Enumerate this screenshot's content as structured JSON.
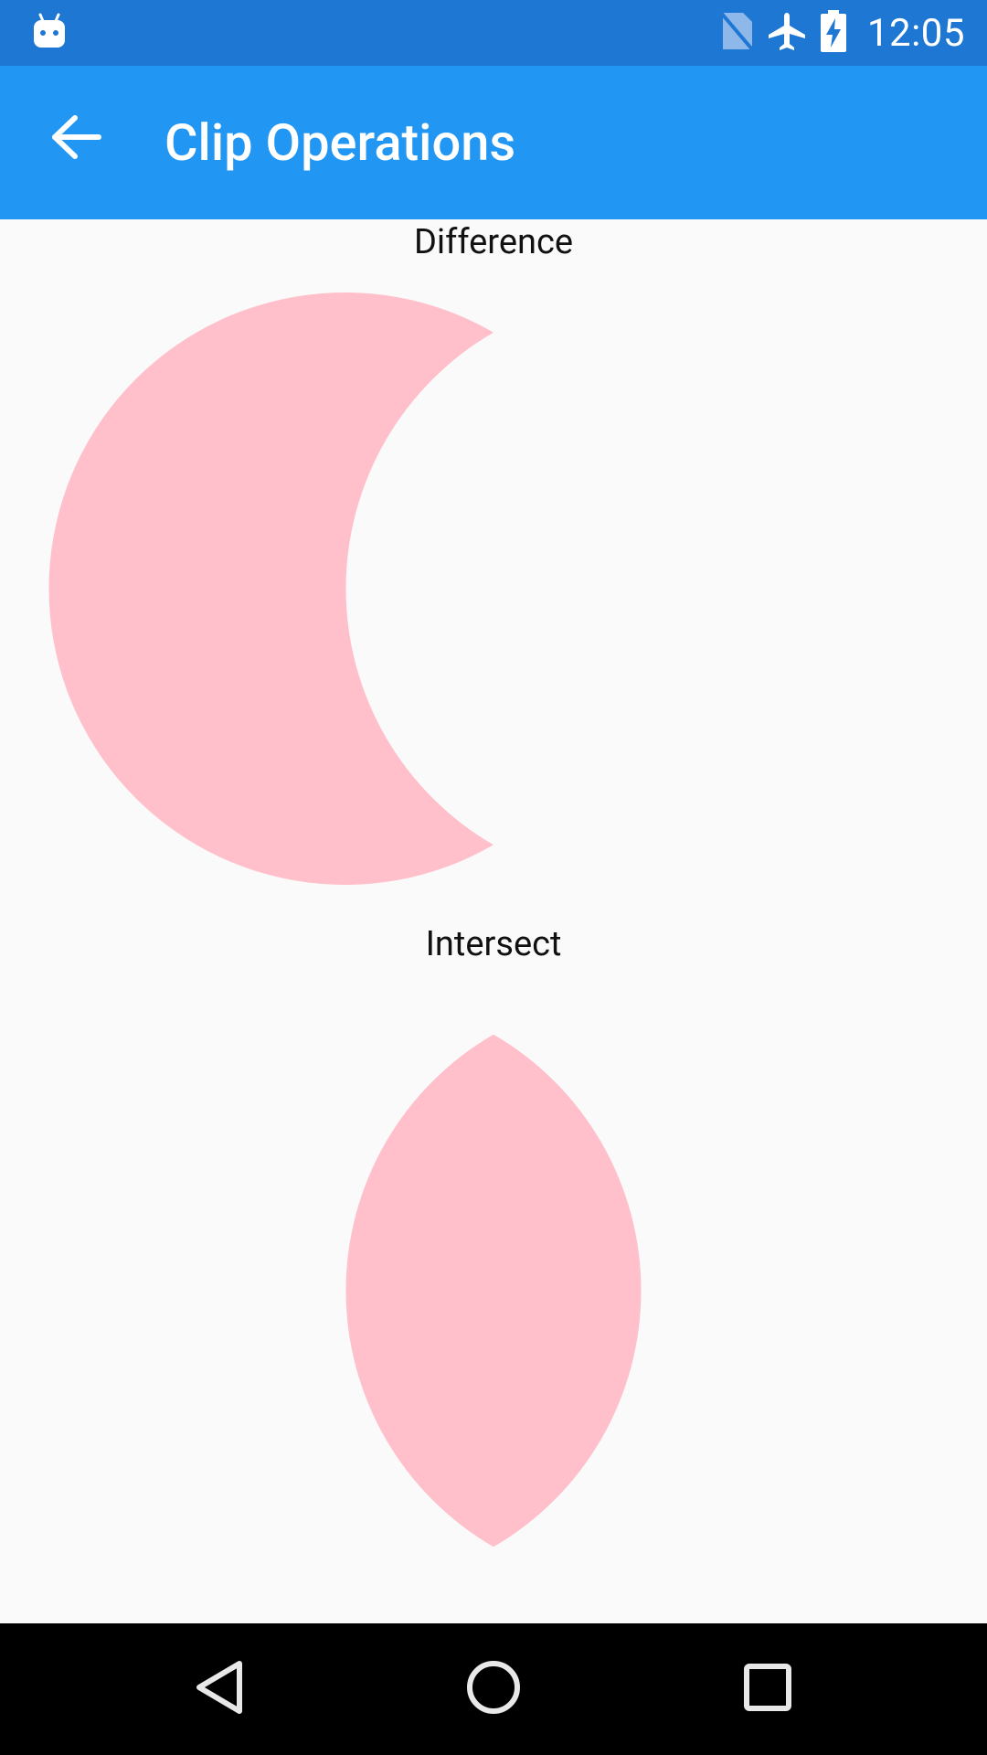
{
  "status_bar": {
    "time": "12:05",
    "icons": [
      "android-debug-icon",
      "no-sim-icon",
      "airplane-mode-icon",
      "battery-charging-icon"
    ]
  },
  "toolbar": {
    "title": "Clip Operations",
    "back_icon": "arrow-back-icon"
  },
  "sections": [
    {
      "label": "Difference",
      "shape": "crescent",
      "fill": "#ffc0cb"
    },
    {
      "label": "Intersect",
      "shape": "lens",
      "fill": "#ffc0cb"
    }
  ],
  "nav_bar": {
    "buttons": [
      "back-triangle-icon",
      "home-circle-icon",
      "recents-square-icon"
    ]
  },
  "colors": {
    "status_bar": "#1e77d3",
    "toolbar": "#2196f3",
    "background": "#fafafa",
    "shape_fill": "#ffc0cb",
    "nav_bar": "#000000"
  }
}
